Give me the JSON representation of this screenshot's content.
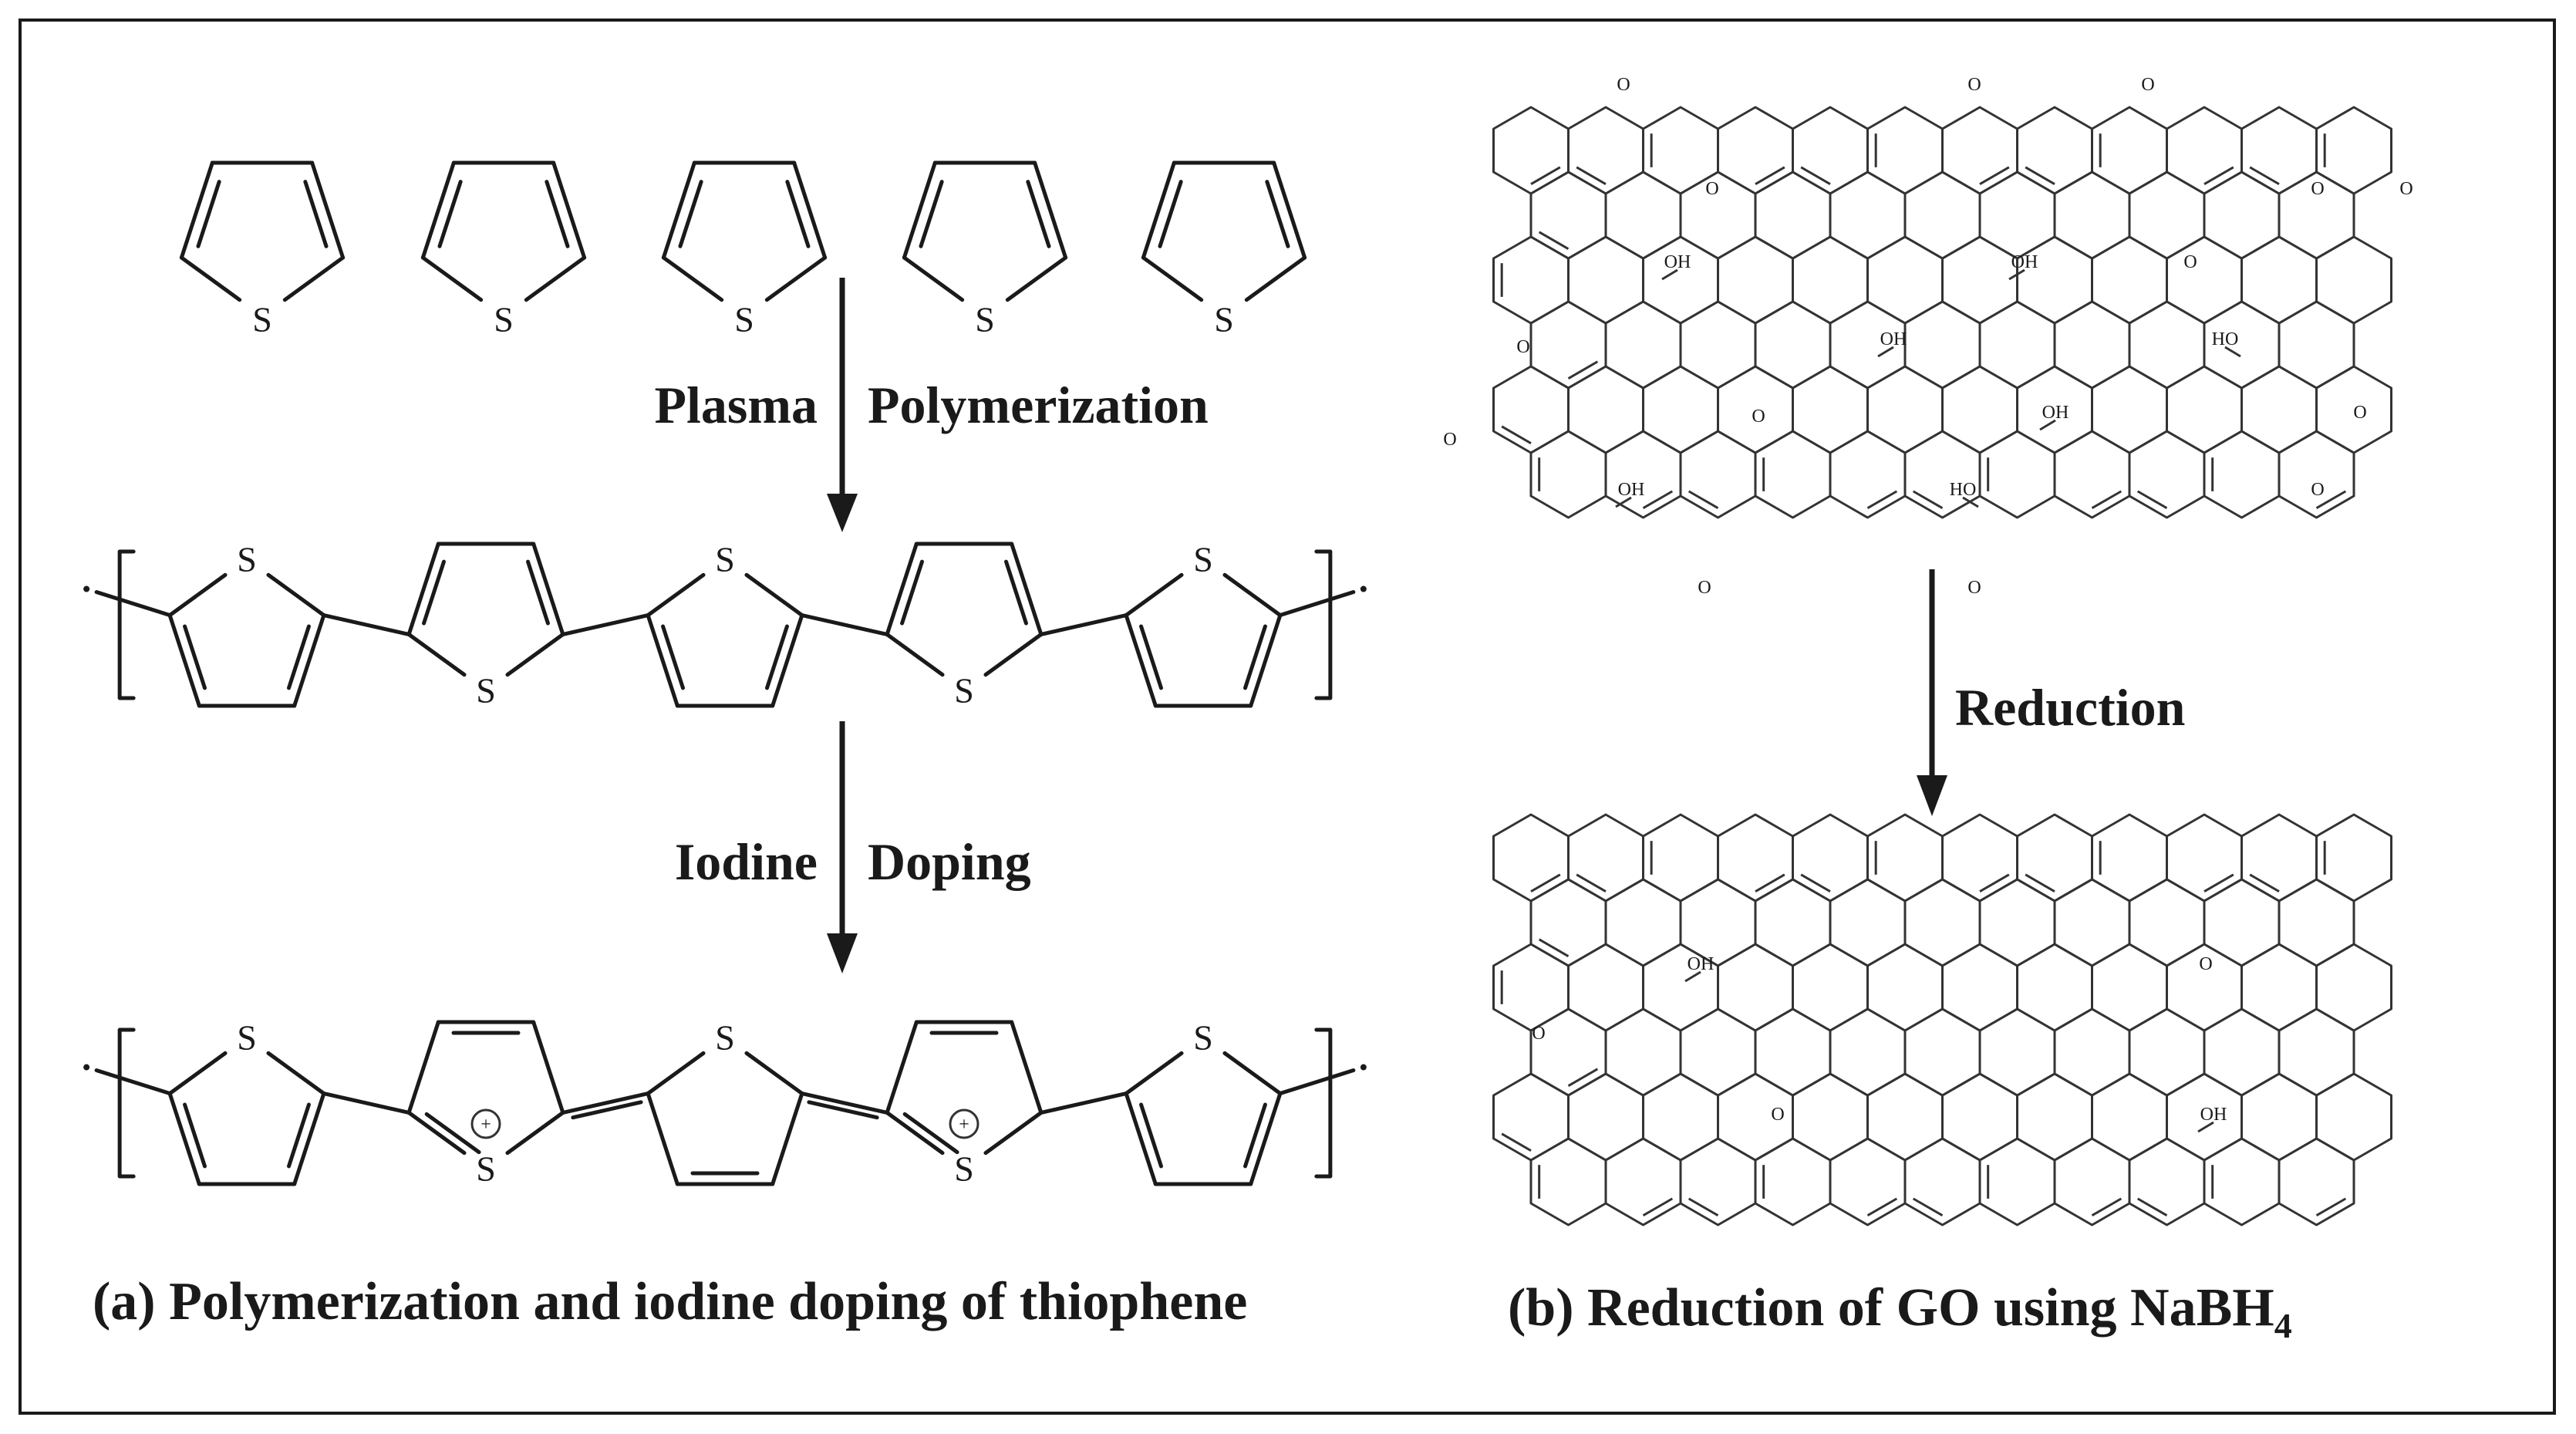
{
  "panel_a": {
    "arrow1_label_left": "Plasma",
    "arrow1_label_right": "Polymerization",
    "arrow2_label_left": "Iodine",
    "arrow2_label_right": "Doping",
    "caption": "(a) Polymerization and iodine doping of thiophene",
    "sulfur": "S",
    "charge": "+"
  },
  "panel_b": {
    "arrow_label": "Reduction",
    "caption_main": "(b) Reduction of GO using NaBH",
    "caption_sub": "4",
    "oxygen": "O",
    "hydroxyl": "OH",
    "hydroxyl_left": "HO"
  }
}
